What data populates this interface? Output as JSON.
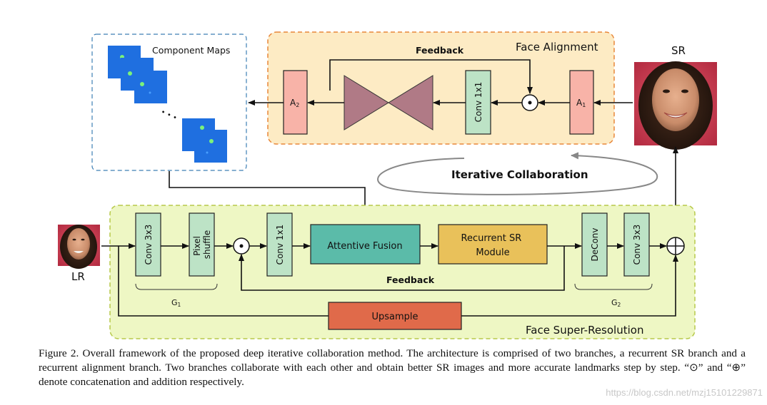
{
  "labels": {
    "component_maps": "Component Maps",
    "face_alignment": "Face Alignment",
    "feedback_top": "Feedback",
    "feedback_bottom": "Feedback",
    "sr": "SR",
    "lr": "LR",
    "a1_base": "A",
    "a1_sub": "1",
    "a2_base": "A",
    "a2_sub": "2",
    "conv1x1_top": "Conv 1x1",
    "iterative_collaboration": "Iterative Collaboration",
    "conv3x3_left": "Conv 3x3",
    "pixel_shuffle_1": "Pixel",
    "pixel_shuffle_2": "shuffle",
    "conv1x1_bottom": "Conv 1x1",
    "attentive_fusion": "Attentive Fusion",
    "recurrent_sr_1": "Recurrent SR",
    "recurrent_sr_2": "Module",
    "deconv": "DeConv",
    "conv3x3_right": "Conv 3x3",
    "g1_base": "G",
    "g1_sub": "1",
    "g2_base": "G",
    "g2_sub": "2",
    "upsample": "Upsample",
    "face_super_resolution": "Face Super-Resolution",
    "ellipsis": "• • •"
  },
  "caption": "Figure 2. Overall framework of the proposed deep iterative collaboration method. The architecture is comprised of two branches, a recurrent SR branch and a recurrent alignment branch. Two branches collaborate with each other and obtain better SR images and more accurate landmarks step by step. “⊙” and “⊕” denote concatenation and addition respectively.",
  "watermark": "https://blog.csdn.net/mzj15101229871",
  "colors": {
    "alignment_bg": "#fdebc4",
    "alignment_border": "#e8873a",
    "sr_bg": "#eef7c4",
    "sr_border": "#b7c94a",
    "pink_block": "#f8b3a8",
    "green_block": "#bde3c6",
    "teal_block": "#5bbba9",
    "gold_block": "#e9c15a",
    "red_block": "#e06a4a",
    "hourglass": "#b07a86",
    "map_blue": "#1f6fe0"
  }
}
